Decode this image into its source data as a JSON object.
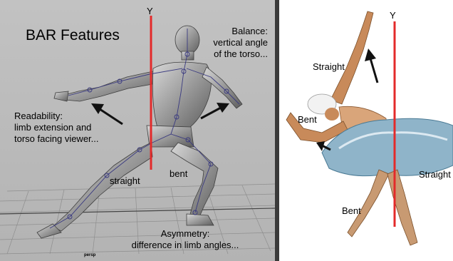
{
  "left": {
    "title": "BAR Features",
    "axis_label": "Y",
    "balance": [
      "Balance:",
      "vertical angle",
      "of the torso..."
    ],
    "readability": [
      "Readability:",
      "limb extension and",
      "torso facing viewer..."
    ],
    "straight_label": "straight",
    "bent_label": "bent",
    "asymmetry": [
      "Asymmetry:",
      "difference in limb angles..."
    ],
    "viewport_label": "persp"
  },
  "right": {
    "axis_label": "Y",
    "straight_upper": "Straight",
    "bent_arm": "Bent",
    "straight_leg": "Straight",
    "bent_leg": "Bent"
  },
  "colors": {
    "axis_line": "#e32a2a",
    "arrow": "#111111"
  }
}
